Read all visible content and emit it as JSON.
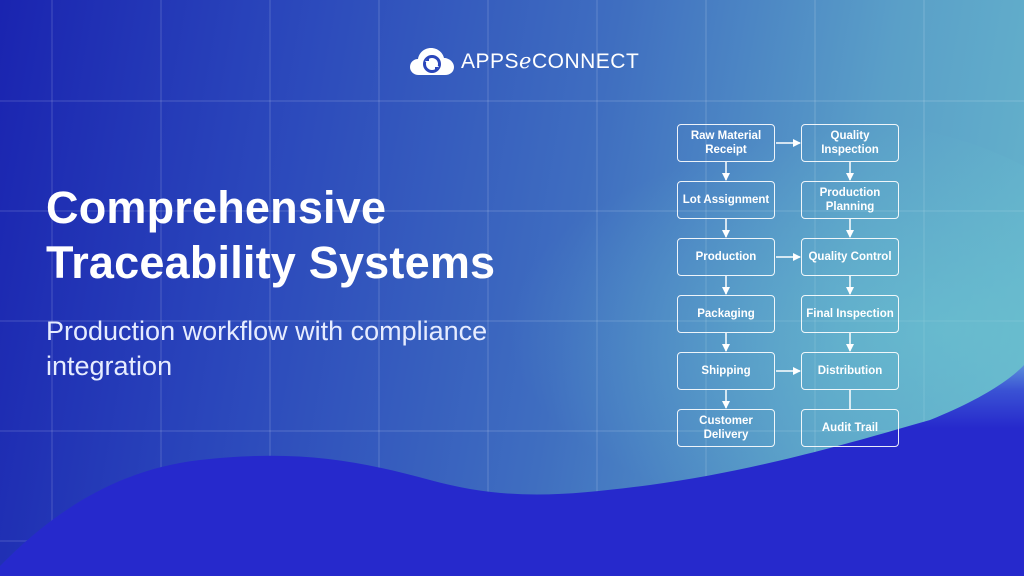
{
  "logo": {
    "icon": "cloud-sync-icon",
    "text": "APPSℯCONNECT"
  },
  "headline": {
    "line1": "Comprehensive",
    "line2": "Traceability Systems"
  },
  "subtitle": "Production workflow with compliance integration",
  "flowchart": {
    "left_column": [
      {
        "id": "raw-material-receipt",
        "label": "Raw Material Receipt"
      },
      {
        "id": "lot-assignment",
        "label": "Lot Assignment"
      },
      {
        "id": "production",
        "label": "Production"
      },
      {
        "id": "packaging",
        "label": "Packaging"
      },
      {
        "id": "shipping",
        "label": "Shipping"
      },
      {
        "id": "customer-delivery",
        "label": "Customer Delivery"
      }
    ],
    "right_column": [
      {
        "id": "quality-inspection",
        "label": "Quality Inspection"
      },
      {
        "id": "production-planning",
        "label": "Production Planning"
      },
      {
        "id": "quality-control",
        "label": "Quality Control"
      },
      {
        "id": "final-inspection",
        "label": "Final Inspection"
      },
      {
        "id": "distribution",
        "label": "Distribution"
      },
      {
        "id": "audit-trail",
        "label": "Audit Trail"
      }
    ],
    "edges": [
      [
        "raw-material-receipt",
        "quality-inspection"
      ],
      [
        "raw-material-receipt",
        "lot-assignment"
      ],
      [
        "lot-assignment",
        "production"
      ],
      [
        "production",
        "packaging"
      ],
      [
        "packaging",
        "shipping"
      ],
      [
        "shipping",
        "customer-delivery"
      ],
      [
        "production",
        "quality-control"
      ],
      [
        "shipping",
        "distribution"
      ],
      [
        "quality-inspection",
        "production-planning"
      ],
      [
        "production-planning",
        "quality-control"
      ],
      [
        "quality-control",
        "final-inspection"
      ],
      [
        "final-inspection",
        "distribution"
      ],
      [
        "distribution",
        "audit-trail"
      ]
    ]
  },
  "colors": {
    "bg_deep_blue": "#1a24b0",
    "bg_mid_blue": "#3f6ec0",
    "bg_teal": "#66b6cc",
    "wave_blue": "#2629cc",
    "text": "#ffffff"
  }
}
